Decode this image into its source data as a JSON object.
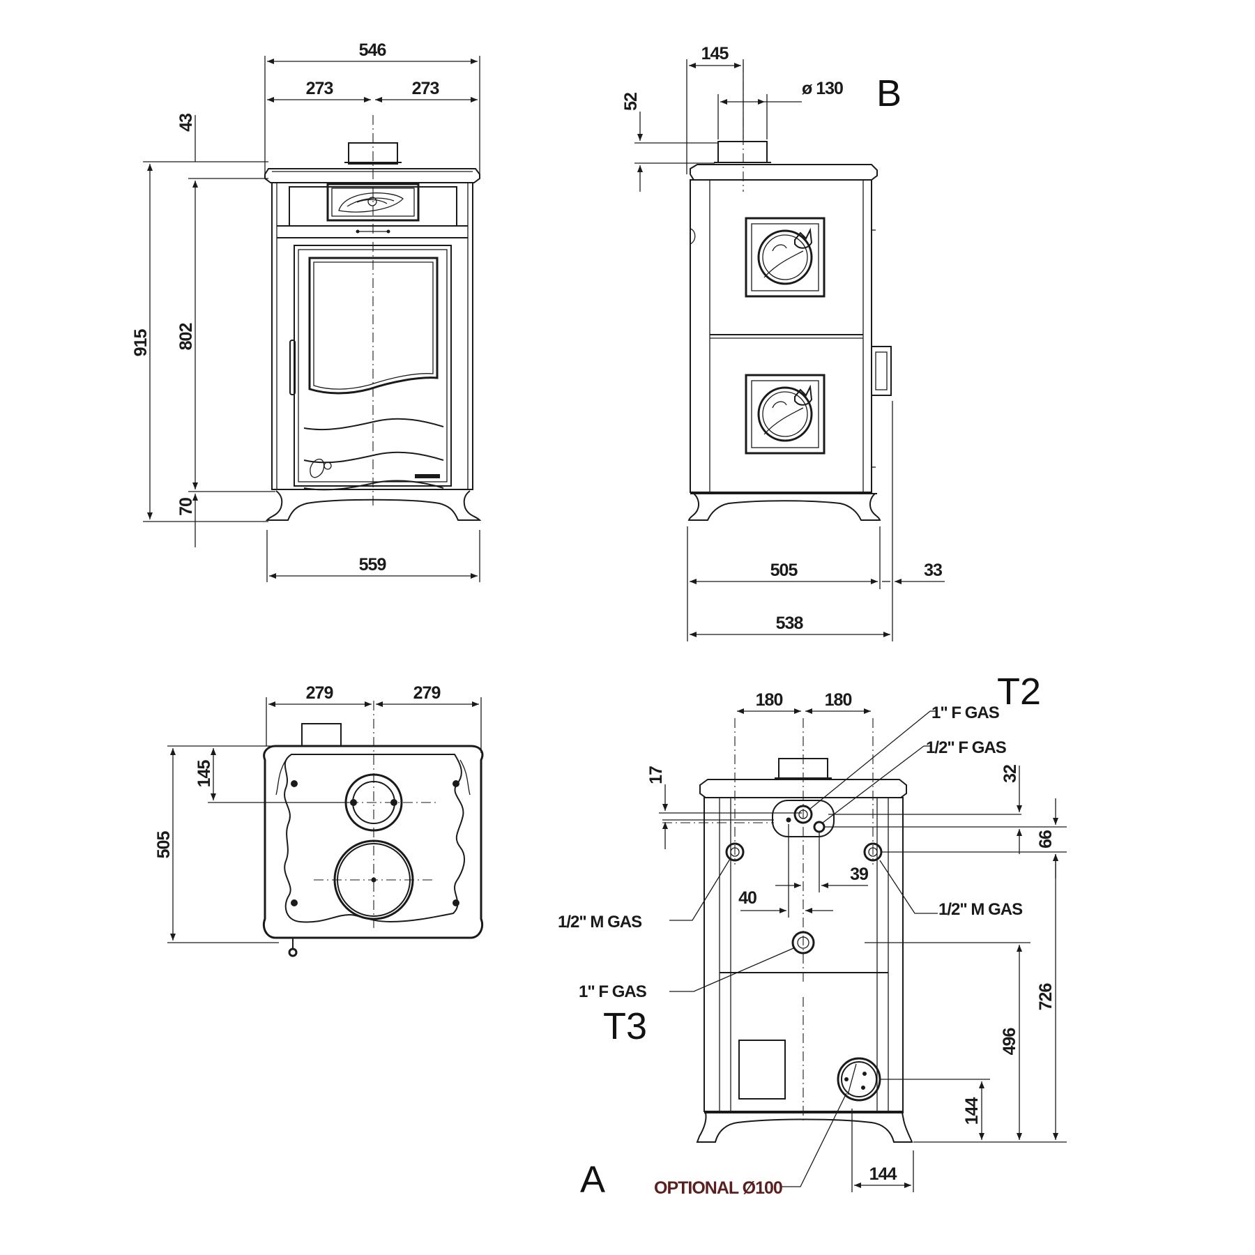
{
  "views": {
    "front": {
      "total_width": "546",
      "half_width_left": "273",
      "half_width_right": "273",
      "top_offset": "43",
      "total_height": "915",
      "body_height": "802",
      "base_height": "70",
      "base_width": "559"
    },
    "side": {
      "label": "B",
      "flue_offset": "145",
      "flue_diameter": "ø 130",
      "flue_height": "52",
      "body_depth": "505",
      "handle_depth": "33",
      "total_depth": "538"
    },
    "top": {
      "half_width_left": "279",
      "half_width_right": "279",
      "flue_offset": "145",
      "depth": "505"
    },
    "rear": {
      "label_a": "A",
      "label_t2": "T2",
      "label_t3": "T3",
      "offset_left": "180",
      "offset_right": "180",
      "top_offset_17": "17",
      "top_offset_32": "32",
      "spacing_66": "66",
      "spacing_39": "39",
      "spacing_40": "40",
      "height_726": "726",
      "height_496": "496",
      "height_144_v": "144",
      "width_144_h": "144",
      "conn_1f_top": "1\" F GAS",
      "conn_half_f": "1/2\" F GAS",
      "conn_half_m_left": "1/2\" M GAS",
      "conn_half_m_right": "1/2\" M GAS",
      "conn_1f_bottom": "1\" F GAS",
      "optional": "OPTIONAL Ø100"
    }
  }
}
